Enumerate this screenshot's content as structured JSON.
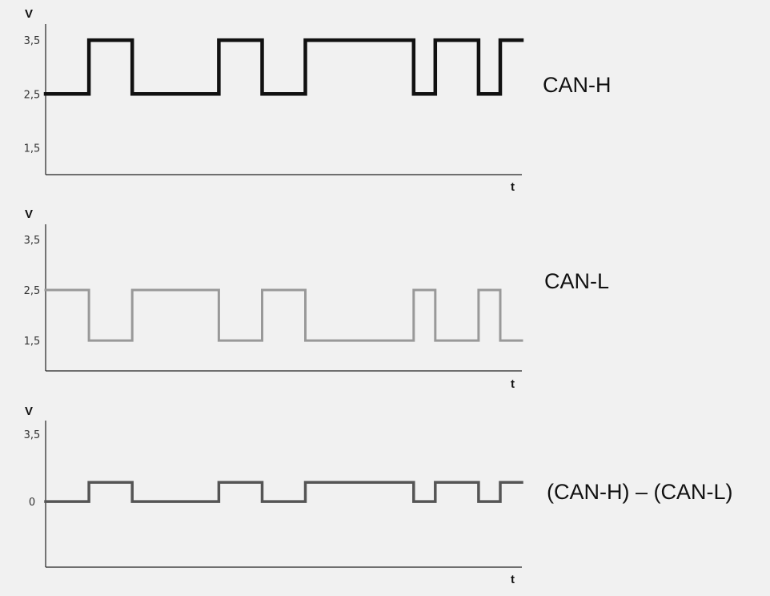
{
  "chart_data": [
    {
      "type": "line",
      "ylabel": "V",
      "xlabel": "t",
      "series_label": "CAN-H",
      "y_ticks": [
        "3,5",
        "2,5",
        "1,5"
      ],
      "y_tick_values": [
        3.5,
        2.5,
        1.5
      ],
      "ylim": [
        1.0,
        3.8
      ],
      "line_color": "#111111",
      "series": [
        {
          "x": [
            0,
            10,
            10,
            20,
            20,
            40,
            40,
            50,
            50,
            60,
            60,
            85,
            85,
            90,
            90,
            100,
            100,
            105,
            105,
            110
          ],
          "values": [
            2.5,
            2.5,
            3.5,
            3.5,
            2.5,
            2.5,
            3.5,
            3.5,
            2.5,
            2.5,
            3.5,
            3.5,
            2.5,
            2.5,
            3.5,
            3.5,
            2.5,
            2.5,
            3.5,
            3.5
          ]
        }
      ]
    },
    {
      "type": "line",
      "ylabel": "V",
      "xlabel": "t",
      "series_label": "CAN-L",
      "y_ticks": [
        "3,5",
        "2,5",
        "1,5"
      ],
      "y_tick_values": [
        3.5,
        2.5,
        1.5
      ],
      "ylim": [
        0.9,
        3.8
      ],
      "line_color": "#999999",
      "series": [
        {
          "x": [
            0,
            10,
            10,
            20,
            20,
            40,
            40,
            50,
            50,
            60,
            60,
            85,
            85,
            90,
            90,
            100,
            100,
            105,
            105,
            110
          ],
          "values": [
            2.5,
            2.5,
            1.5,
            1.5,
            2.5,
            2.5,
            1.5,
            1.5,
            2.5,
            2.5,
            1.5,
            1.5,
            2.5,
            2.5,
            1.5,
            1.5,
            2.5,
            2.5,
            1.5,
            1.5
          ]
        }
      ]
    },
    {
      "type": "line",
      "ylabel": "V",
      "xlabel": "t",
      "series_label": "(CAN-H) – (CAN-L)",
      "y_ticks": [
        "3,5",
        "0"
      ],
      "y_tick_values": [
        3.5,
        0
      ],
      "ylim": [
        -3.4,
        4.2
      ],
      "line_color": "#555555",
      "series": [
        {
          "x": [
            0,
            10,
            10,
            20,
            20,
            40,
            40,
            50,
            50,
            60,
            60,
            85,
            85,
            90,
            90,
            100,
            100,
            105,
            105,
            110
          ],
          "values": [
            0,
            0,
            1,
            1,
            0,
            0,
            1,
            1,
            0,
            0,
            1,
            1,
            0,
            0,
            1,
            1,
            0,
            0,
            1,
            1
          ]
        }
      ]
    }
  ]
}
